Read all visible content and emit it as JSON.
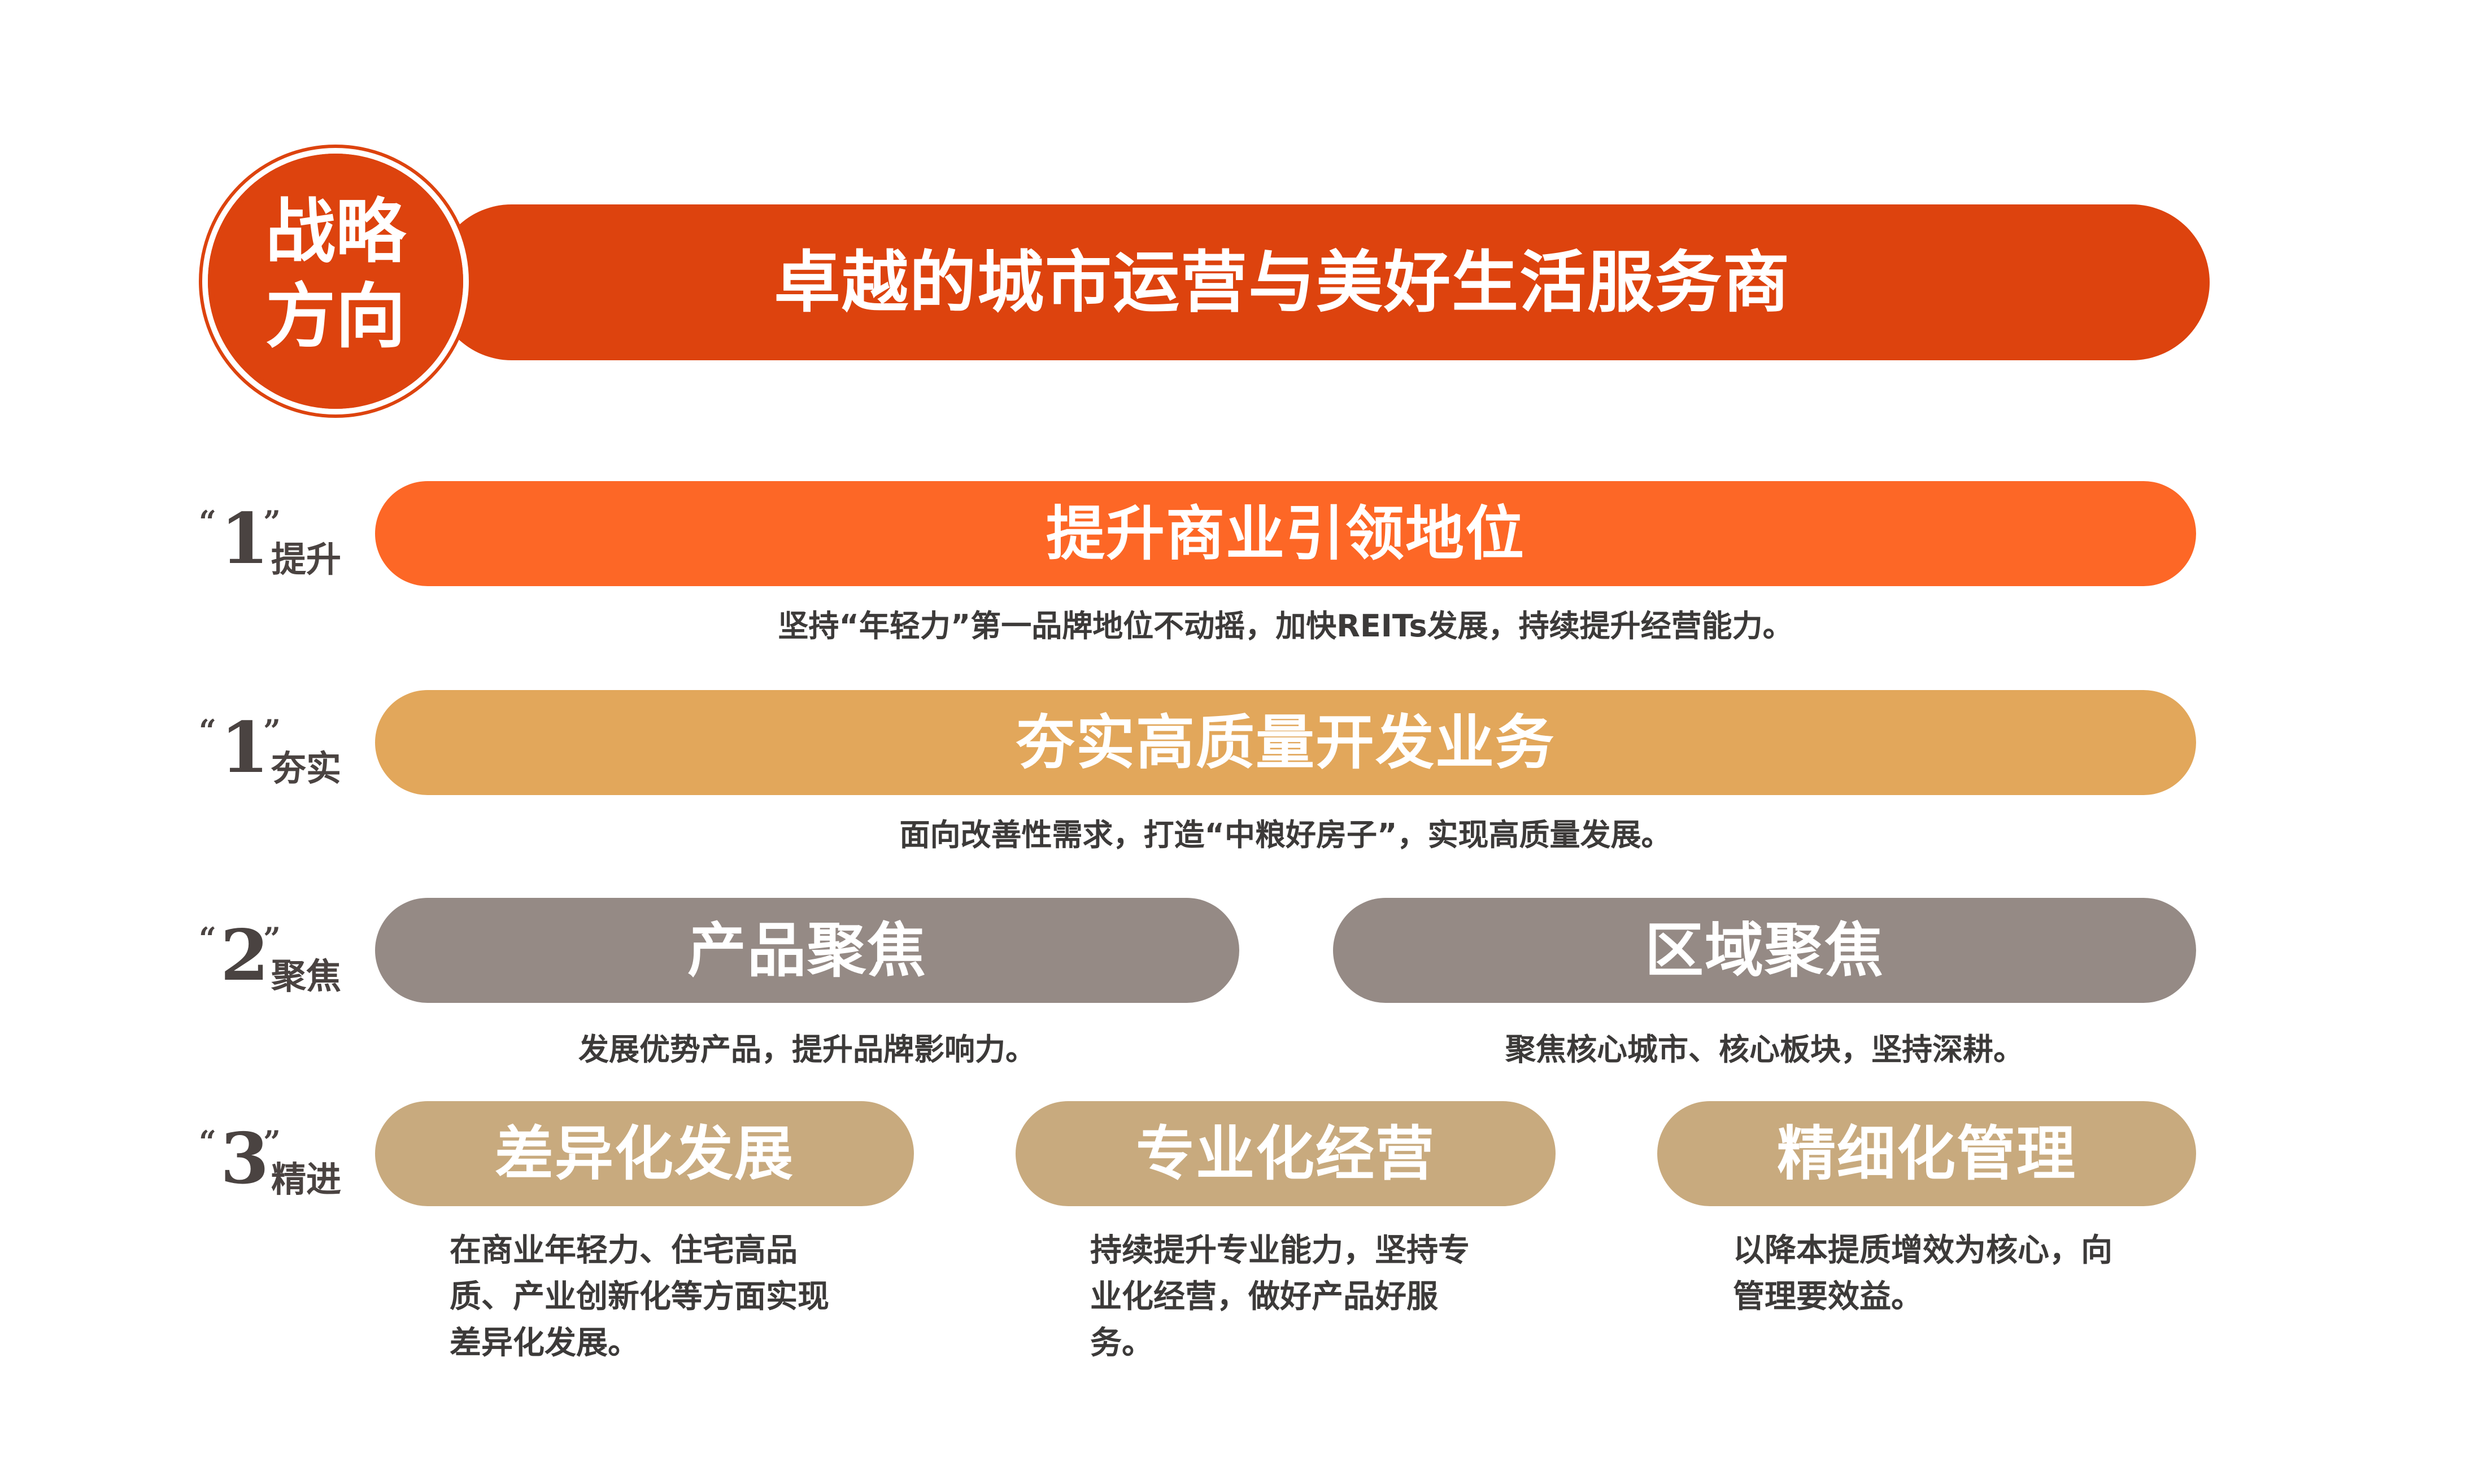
{
  "header": {
    "badge_line1": "战略",
    "badge_line2": "方向",
    "title": "卓越的城市运营与美好生活服务商"
  },
  "rows": [
    {
      "tag": {
        "quote_open": "“",
        "number": "1",
        "quote_close": "”",
        "text": "提升"
      },
      "pills": [
        {
          "label": "提升商业引领地位",
          "desc": "坚持“年轻力”第一品牌地位不动摇，加快REITs发展，持续提升经营能力。"
        }
      ]
    },
    {
      "tag": {
        "quote_open": "“",
        "number": "1",
        "quote_close": "”",
        "text": "夯实"
      },
      "pills": [
        {
          "label": "夯实高质量开发业务",
          "desc": "面向改善性需求，打造“中粮好房子”，实现高质量发展。"
        }
      ]
    },
    {
      "tag": {
        "quote_open": "“",
        "number": "2",
        "quote_close": "”",
        "text": "聚焦"
      },
      "pills": [
        {
          "label": "产品聚焦",
          "desc": "发展优势产品，提升品牌影响力。"
        },
        {
          "label": "区域聚焦",
          "desc": "聚焦核心城市、核心板块，坚持深耕。"
        }
      ]
    },
    {
      "tag": {
        "quote_open": "“",
        "number": "3",
        "quote_close": "”",
        "text": "精进"
      },
      "pills": [
        {
          "label": "差异化发展",
          "desc": "在商业年轻力、住宅高品质、产业创新化等方面实现差异化发展。"
        },
        {
          "label": "专业化经营",
          "desc": "持续提升专业能力，坚持专业化经营，做好产品好服务。"
        },
        {
          "label": "精细化管理",
          "desc": "以降本提质增效为核心，向管理要效益。"
        }
      ]
    }
  ],
  "colors": {
    "header": "#dd430e",
    "row1": "#fd6726",
    "row2": "#e2a75b",
    "row3": "#958a85",
    "row4": "#c8aa7e",
    "tag_text": "#4a4341",
    "desc_text": "#3c3a39"
  }
}
